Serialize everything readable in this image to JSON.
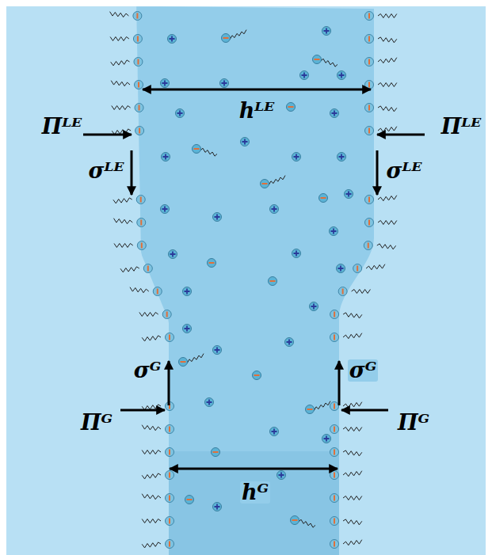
{
  "diagram": {
    "labels": [
      "hᴸᴱ",
      "Πᴸᴱ",
      "Πᴸᴱ",
      "σᴸᴱ",
      "σᴸᴱ",
      "Πᴳ",
      "Πᴳ",
      "σᴳ",
      "σᴳ",
      "hᴳ"
    ]
  }
}
